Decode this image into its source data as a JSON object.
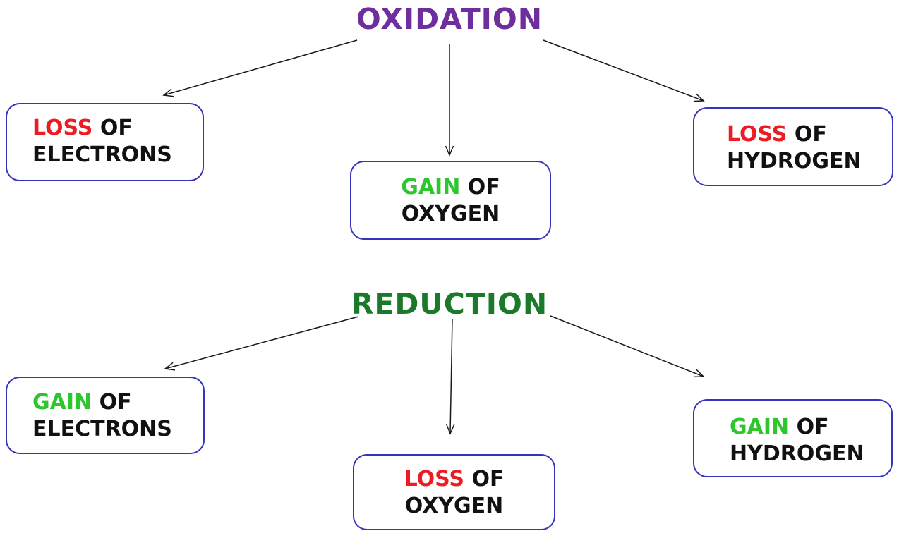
{
  "colors": {
    "oxidation_title": "#6E2E9E",
    "reduction_title": "#1B7A2A",
    "loss_keyword": "#EC1C24",
    "gain_keyword": "#2DC62D",
    "body_text": "#111111",
    "box_border": "#3434BD",
    "arrow": "#1A1A1A",
    "background": "#FFFFFF"
  },
  "oxidation": {
    "title": "OXIDATION",
    "nodes": [
      {
        "keyword": "LOSS",
        "keyword_color": "#EC1C24",
        "rest": "OF",
        "line2": "ELECTRONS"
      },
      {
        "keyword": "GAIN",
        "keyword_color": "#2DC62D",
        "rest": "OF",
        "line2": "OXYGEN"
      },
      {
        "keyword": "LOSS",
        "keyword_color": "#EC1C24",
        "rest": "OF",
        "line2": "HYDROGEN"
      }
    ]
  },
  "reduction": {
    "title": "REDUCTION",
    "nodes": [
      {
        "keyword": "GAIN",
        "keyword_color": "#2DC62D",
        "rest": "OF",
        "line2": "ELECTRONS"
      },
      {
        "keyword": "LOSS",
        "keyword_color": "#EC1C24",
        "rest": "OF",
        "line2": "OXYGEN"
      },
      {
        "keyword": "GAIN",
        "keyword_color": "#2DC62D",
        "rest": "OF",
        "line2": "HYDROGEN"
      }
    ]
  }
}
